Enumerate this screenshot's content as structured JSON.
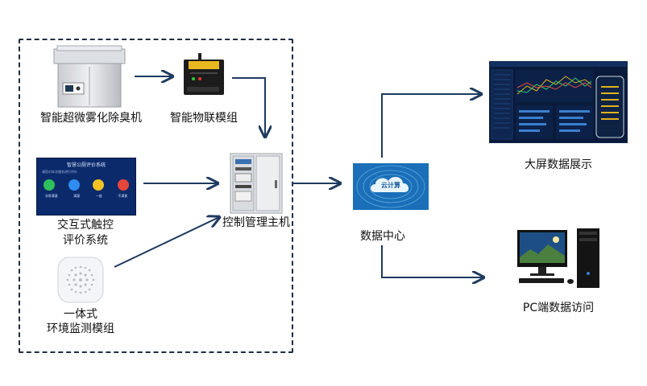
{
  "nodes": {
    "purifier": {
      "label": "智能超微雾化除臭机"
    },
    "iot_module": {
      "label": "智能物联模组"
    },
    "evaluation": {
      "label_line1": "交互式触控",
      "label_line2": "评价系统",
      "screen_title": "智慧公厕评价系统",
      "screen_subtitle": "请您对本次服务进行评价",
      "options": [
        "非常满意",
        "满意",
        "一般",
        "不满意"
      ]
    },
    "env_monitor": {
      "label_line1": "一体式",
      "label_line2": "环境监测模组"
    },
    "controller": {
      "label": "控制管理主机"
    },
    "data_center": {
      "label": "数据中心",
      "cloud_text": "云计算"
    },
    "big_screen": {
      "label": "大屏数据展示"
    },
    "pc_access": {
      "label": "PC端数据访问"
    }
  },
  "colors": {
    "arrow": "#1e3a5f",
    "dash_border": "#1e2f44",
    "eval_bg": "#0b2a6b",
    "cloud_bg": "#1a6fb8"
  }
}
